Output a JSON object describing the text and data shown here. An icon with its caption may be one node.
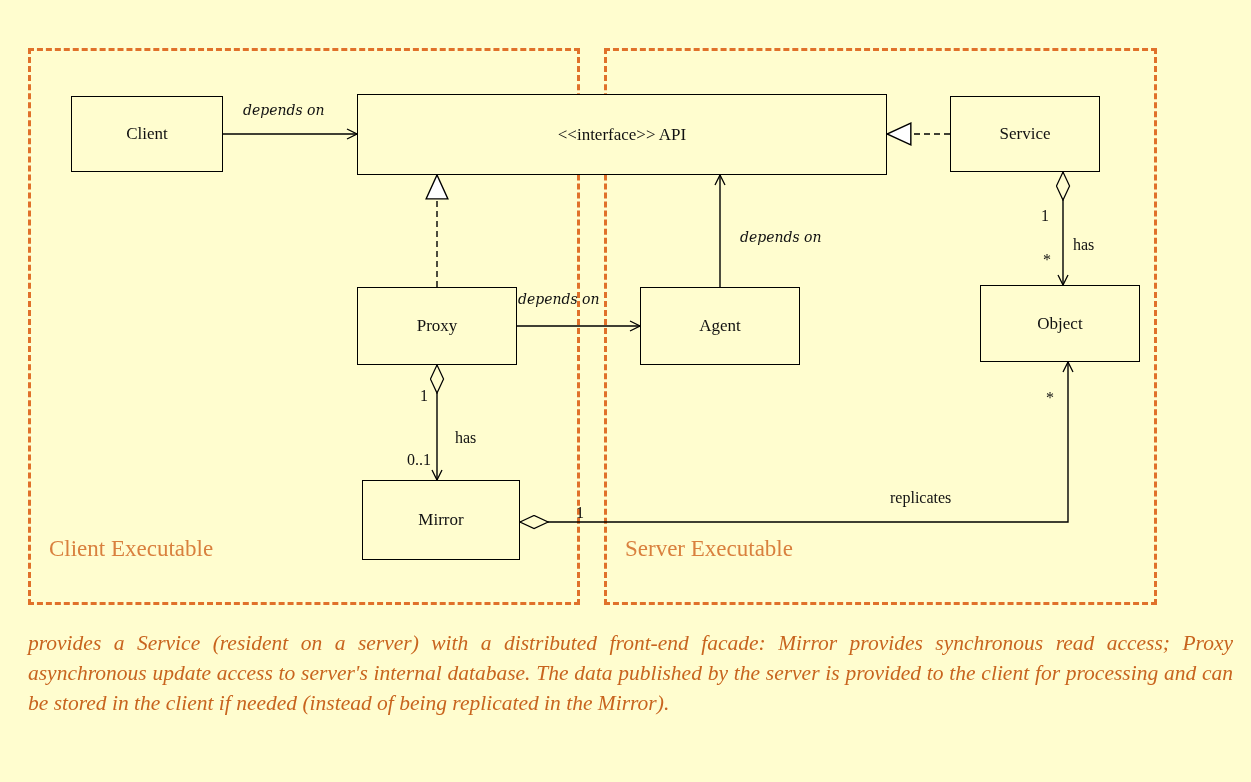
{
  "diagram": {
    "caption": "provides a Service (resident on a server) with a distributed front-end facade: Mirror provides synchronous read access; Proxy asynchronous update access to server's internal database. The data published by the server is provided to the client for processing and can be stored in the client if needed (instead of being replicated in the Mirror).",
    "nodes": [
      {
        "text": [
          "Client Executable"
        ]
      },
      {
        "text": [
          "Server Executable"
        ]
      },
      {
        "text": [
          "Client"
        ],
        "in": 0
      },
      {
        "text": [
          "<<interface>> API"
        ]
      },
      {
        "text": [
          "Service"
        ],
        "in": 1
      },
      {
        "text": [
          "Proxy"
        ],
        "in": 0
      },
      {
        "text": [
          "Agent"
        ],
        "in": 1
      },
      {
        "text": [
          "Object"
        ],
        "in": 1
      },
      {
        "text": [
          "Mirror"
        ],
        "in": 0
      }
    ],
    "edges": [
      {
        "from": 2,
        "to": 3,
        "arrow": "to",
        "label": "depends on"
      },
      {
        "from": 4,
        "to": 3,
        "arrow": "to",
        "style": "dashed"
      },
      {
        "from": 5,
        "to": 3,
        "arrow": "to",
        "style": "dashed"
      },
      {
        "from": 6,
        "to": 3,
        "arrow": "to",
        "label": "depends on"
      },
      {
        "from": 4,
        "to": 7,
        "arrow": "to",
        "label": "has"
      },
      {
        "from": 5,
        "to": 6,
        "arrow": "to",
        "label": "depends on"
      },
      {
        "from": 5,
        "to": 8,
        "arrow": "to",
        "label": "has"
      },
      {
        "from": 8,
        "to": 7,
        "arrow": "to",
        "label": "replicates"
      }
    ],
    "labels": [
      "1",
      "*",
      "1",
      "0..1",
      "1",
      "*"
    ]
  }
}
